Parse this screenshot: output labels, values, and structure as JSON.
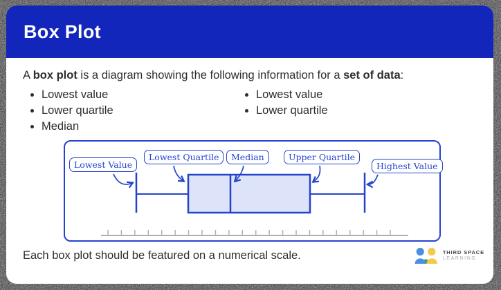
{
  "header": {
    "title": "Box Plot",
    "background_color": "#1226bb",
    "title_color": "#ffffff"
  },
  "intro": {
    "prefix": "A ",
    "bold1": "box plot",
    "middle": " is a diagram showing the following information for a ",
    "bold2": "set of data",
    "suffix": ":"
  },
  "bullets": {
    "left": [
      "Lowest value",
      "Lower quartile",
      "Median"
    ],
    "right": [
      "Lowest value",
      "Lower quartile"
    ]
  },
  "diagram": {
    "labels": [
      {
        "text": "Lowest Value"
      },
      {
        "text": "Lowest Quartile"
      },
      {
        "text": "Median"
      },
      {
        "text": "Upper Quartile"
      },
      {
        "text": "Highest Value"
      }
    ],
    "accent_color": "#2343cc",
    "label_color": "#2545cc",
    "box_fill_color": "#dde3f8",
    "ruler": {
      "tick_count": 22,
      "color": "#b0b0b0"
    }
  },
  "note": "Each box plot should be featured on a numerical scale.",
  "logo": {
    "line1": "THIRD SPACE",
    "line2": "LEARNING",
    "colors": {
      "blue": "#4a90e2",
      "green": "#35a853",
      "yellow": "#f3ca4c"
    }
  }
}
